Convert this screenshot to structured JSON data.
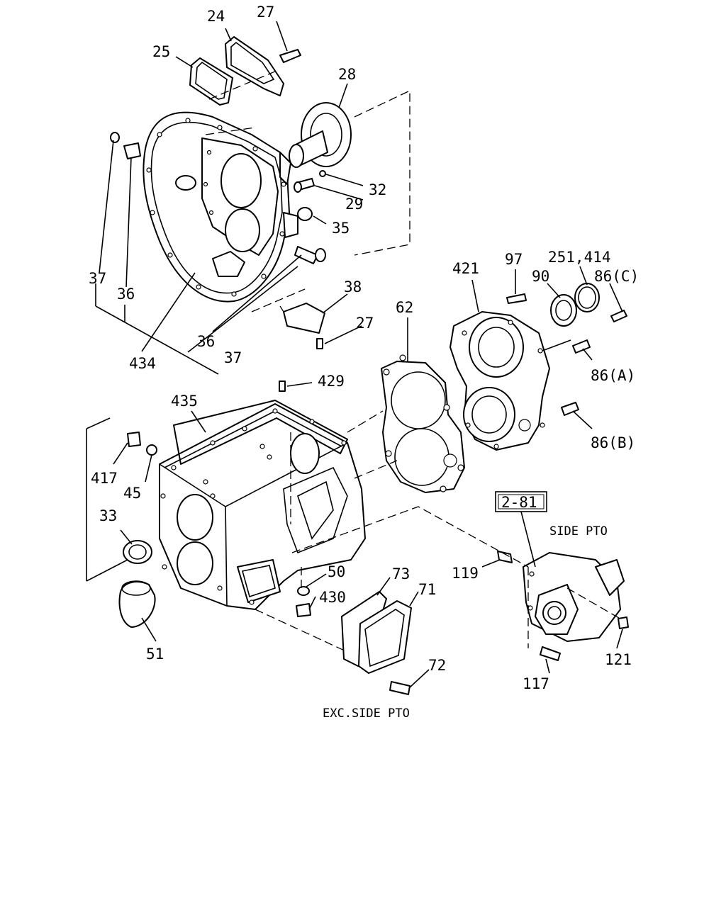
{
  "labels": {
    "p24": "24",
    "p27a": "27",
    "p25": "25",
    "p28": "28",
    "p32": "32",
    "p29": "29",
    "p35": "35",
    "p37a": "37",
    "p36a": "36",
    "p434": "434",
    "p36b": "36",
    "p37b": "37",
    "p38": "38",
    "p27b": "27",
    "p421": "421",
    "p97": "97",
    "p251": "251,414",
    "p90": "90",
    "p86c": "86(C)",
    "p86a": "86(A)",
    "p86b": "86(B)",
    "p62": "62",
    "p429": "429",
    "p435": "435",
    "p417": "417",
    "p45": "45",
    "p33": "33",
    "p51": "51",
    "p50": "50",
    "p430": "430",
    "p73": "73",
    "p71": "71",
    "p72": "72",
    "p119": "119",
    "p117": "117",
    "p121": "121"
  },
  "ref_box": "2-81",
  "captions": {
    "side_pto": "SIDE PTO",
    "exc_side_pto": "EXC.SIDE PTO"
  }
}
